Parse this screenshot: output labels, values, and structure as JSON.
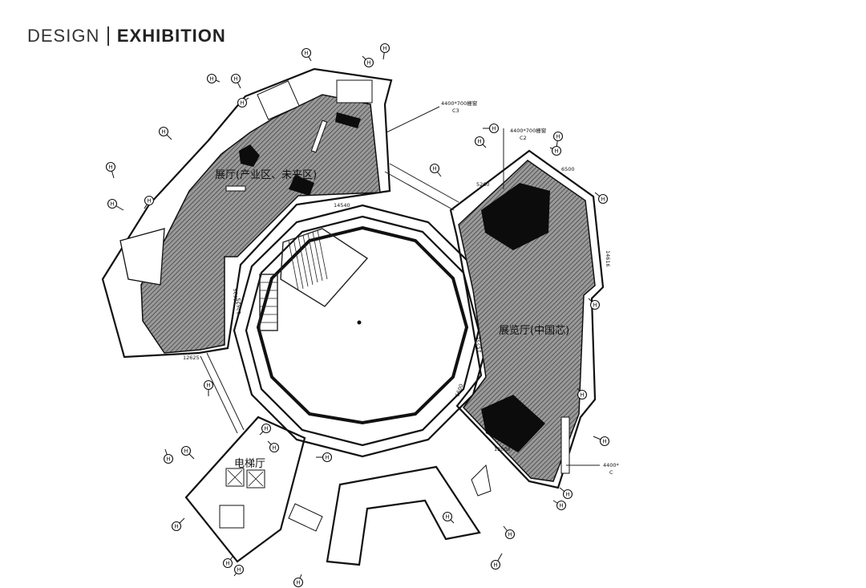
{
  "header": {
    "left": "DESIGN",
    "right": "EXHIBITION"
  },
  "rooms": {
    "hall_west": "展厅(产业区、未来区)",
    "hall_east": "展览厅(中国芯)",
    "elevator_hall": "电梯厅"
  },
  "annotations": {
    "c3_spec": "4400*700栅窗",
    "c3_code": "C3",
    "c2_spec": "4400*700栅窗",
    "c2_code": "C2",
    "se_spec": "4400*",
    "se_code": "C"
  },
  "dimensions": [
    "14540",
    "12625",
    "16625",
    "15225",
    "14616",
    "12000",
    "6600",
    "5260",
    "6500",
    "12625"
  ],
  "tag_symbol": "H"
}
